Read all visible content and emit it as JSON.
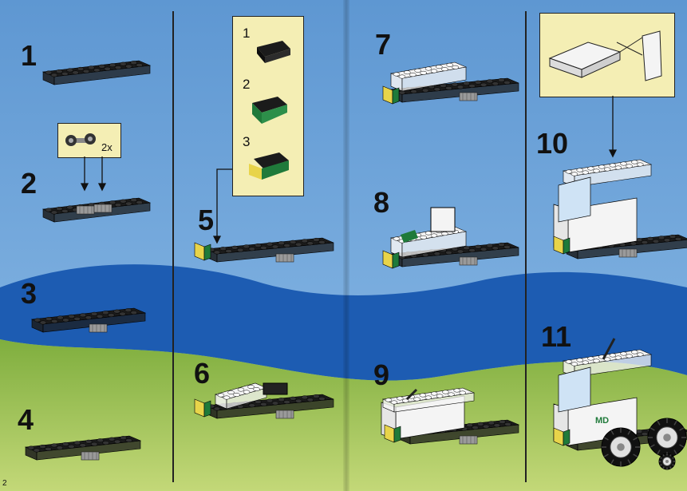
{
  "page": {
    "page_number": "2"
  },
  "steps": [
    {
      "label": "1"
    },
    {
      "label": "2"
    },
    {
      "label": "3"
    },
    {
      "label": "4"
    },
    {
      "label": "5"
    },
    {
      "label": "6"
    },
    {
      "label": "7"
    },
    {
      "label": "8"
    },
    {
      "label": "9"
    },
    {
      "label": "10"
    },
    {
      "label": "11"
    }
  ],
  "step2_callout": {
    "quantity": "2x"
  },
  "substeps": [
    {
      "label": "1"
    },
    {
      "label": "2"
    },
    {
      "label": "3"
    }
  ],
  "logo": {
    "text": "MD"
  },
  "colors": {
    "sky": "#6fa2d6",
    "water": "#1f5fb4",
    "grass": "#8fb84a",
    "callout": "#f4eeb4",
    "brick_black": "#1b1b1b",
    "brick_white": "#f4f4f4",
    "brick_green": "#1f7a3a",
    "brick_yellow": "#e8d44a"
  }
}
